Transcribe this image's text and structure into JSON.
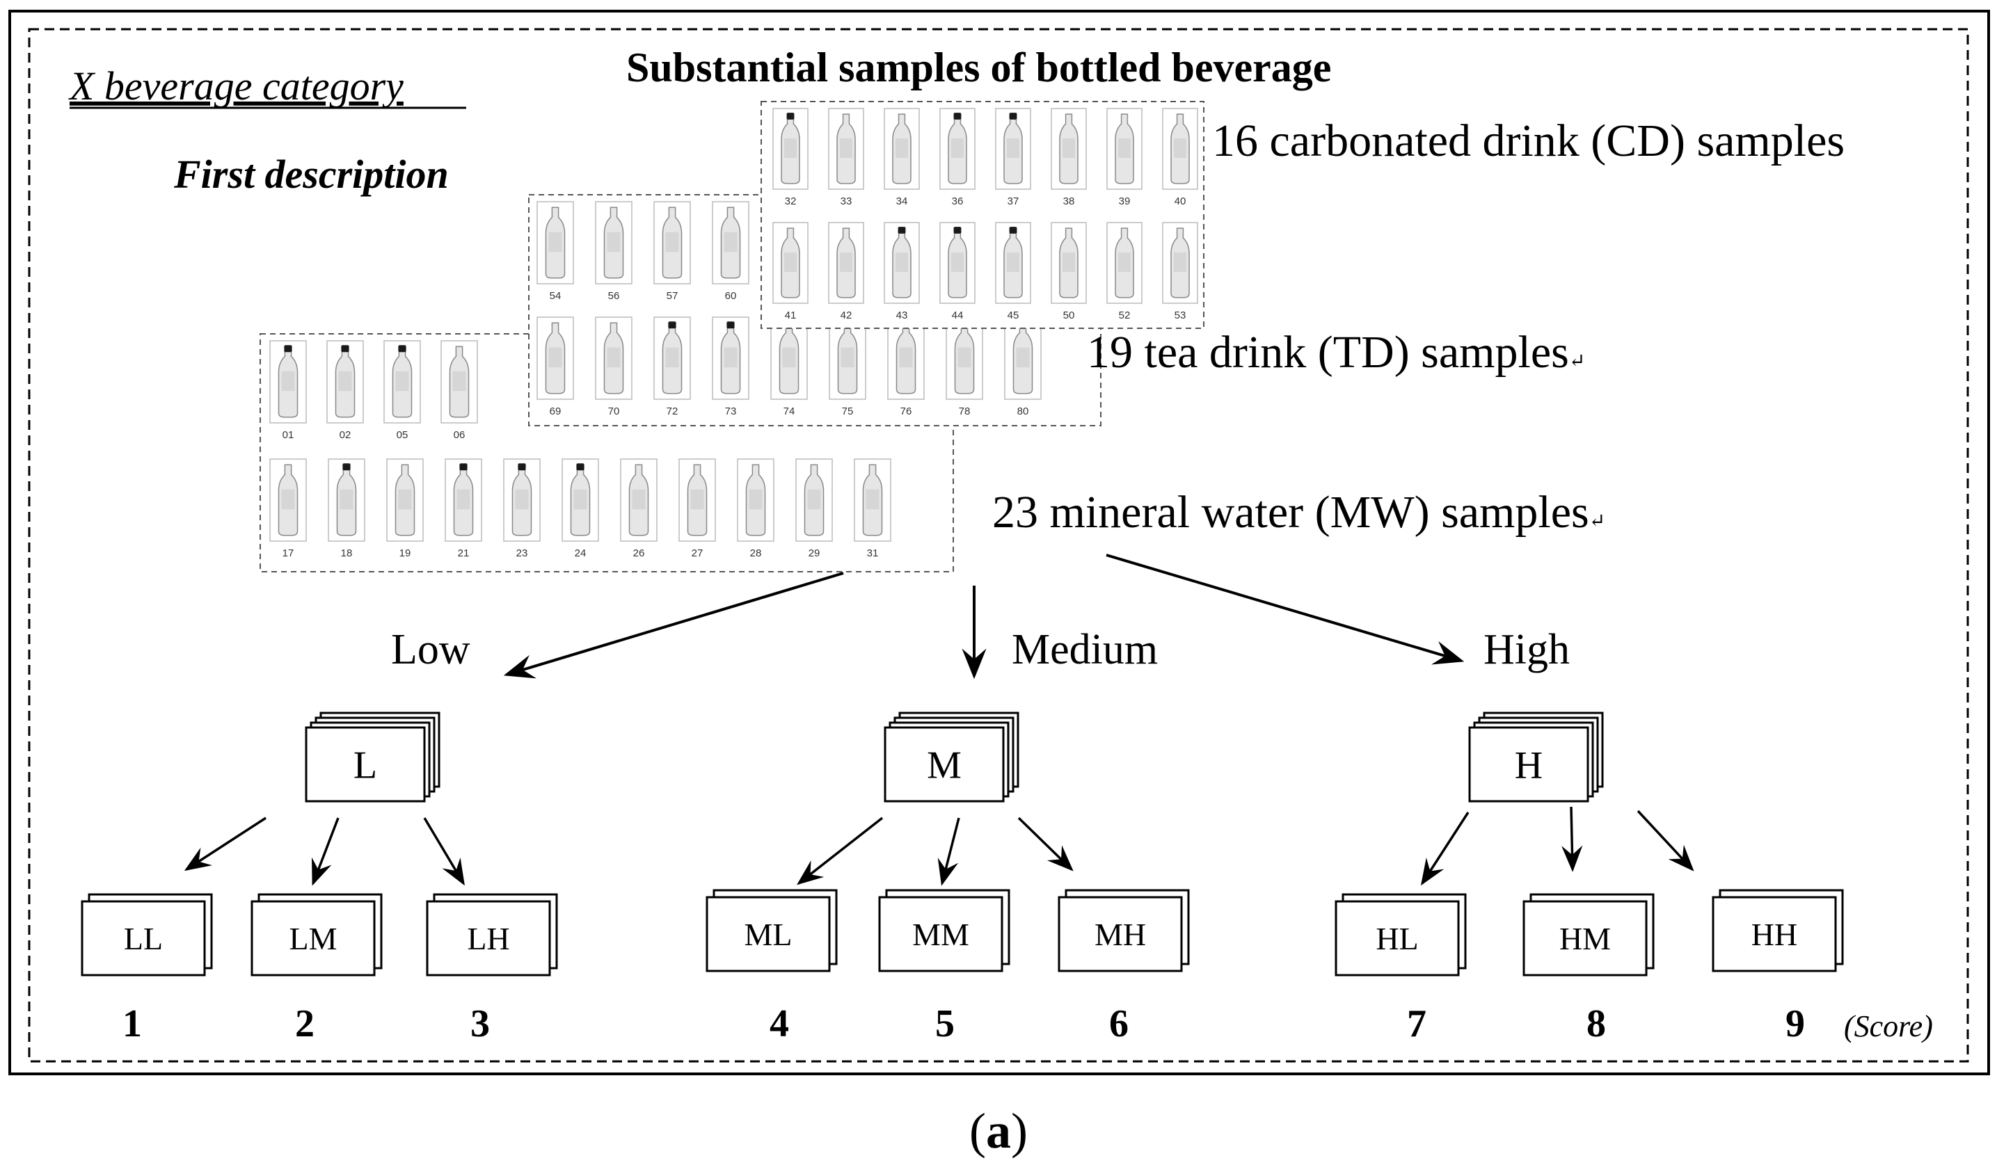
{
  "category_label": "X beverage category",
  "first_description": "First description",
  "samples_title": "Substantial samples of bottled beverage",
  "groups": {
    "cd": {
      "label": "16 carbonated drink (CD) samples",
      "bottles": [
        {
          "num": "32",
          "cap": "dark"
        },
        {
          "num": "33",
          "cap": "none"
        },
        {
          "num": "34",
          "cap": "none"
        },
        {
          "num": "36",
          "cap": "dark"
        },
        {
          "num": "37",
          "cap": "dark"
        },
        {
          "num": "38",
          "cap": "none"
        },
        {
          "num": "39",
          "cap": "none"
        },
        {
          "num": "40",
          "cap": "none"
        },
        {
          "num": "41",
          "cap": "none"
        },
        {
          "num": "42",
          "cap": "none"
        },
        {
          "num": "43",
          "cap": "dark"
        },
        {
          "num": "44",
          "cap": "dark"
        },
        {
          "num": "45",
          "cap": "dark"
        },
        {
          "num": "50",
          "cap": "none"
        },
        {
          "num": "52",
          "cap": "none"
        },
        {
          "num": "53",
          "cap": "none"
        }
      ]
    },
    "td": {
      "label": "19 tea drink (TD) samples",
      "bottles": [
        {
          "num": "54",
          "cap": "none"
        },
        {
          "num": "56",
          "cap": "none"
        },
        {
          "num": "57",
          "cap": "none"
        },
        {
          "num": "60",
          "cap": "none"
        },
        {
          "num": "69",
          "cap": "none"
        },
        {
          "num": "70",
          "cap": "none"
        },
        {
          "num": "72",
          "cap": "dark"
        },
        {
          "num": "73",
          "cap": "dark"
        },
        {
          "num": "74",
          "cap": "none"
        },
        {
          "num": "75",
          "cap": "none"
        },
        {
          "num": "76",
          "cap": "none"
        },
        {
          "num": "78",
          "cap": "none"
        },
        {
          "num": "80",
          "cap": "none"
        }
      ]
    },
    "mw": {
      "label": "23 mineral water (MW) samples",
      "bottles": [
        {
          "num": "01",
          "cap": "dark"
        },
        {
          "num": "02",
          "cap": "dark"
        },
        {
          "num": "05",
          "cap": "dark"
        },
        {
          "num": "06",
          "cap": "none"
        },
        {
          "num": "17",
          "cap": "none"
        },
        {
          "num": "18",
          "cap": "dark"
        },
        {
          "num": "19",
          "cap": "none"
        },
        {
          "num": "21",
          "cap": "dark"
        },
        {
          "num": "23",
          "cap": "dark"
        },
        {
          "num": "24",
          "cap": "dark"
        },
        {
          "num": "26",
          "cap": "none"
        },
        {
          "num": "27",
          "cap": "none"
        },
        {
          "num": "28",
          "cap": "none"
        },
        {
          "num": "29",
          "cap": "none"
        },
        {
          "num": "31",
          "cap": "none"
        }
      ]
    }
  },
  "levels": [
    {
      "label": "Low",
      "box": "L"
    },
    {
      "label": "Medium",
      "box": "M"
    },
    {
      "label": "High",
      "box": "H"
    }
  ],
  "subs": [
    {
      "box": "LL",
      "score": "1"
    },
    {
      "box": "LM",
      "score": "2"
    },
    {
      "box": "LH",
      "score": "3"
    },
    {
      "box": "ML",
      "score": "4"
    },
    {
      "box": "MM",
      "score": "5"
    },
    {
      "box": "MH",
      "score": "6"
    },
    {
      "box": "HL",
      "score": "7"
    },
    {
      "box": "HM",
      "score": "8"
    },
    {
      "box": "HH",
      "score": "9"
    }
  ],
  "score_label": "(Score)",
  "return_mark": "↵",
  "caption": {
    "open": "(",
    "letter": "a",
    "close": ")"
  },
  "colors": {
    "ink": "#000000",
    "bottle_fill": "#e6e6e6",
    "bottle_cap": "#1a1a1a"
  }
}
